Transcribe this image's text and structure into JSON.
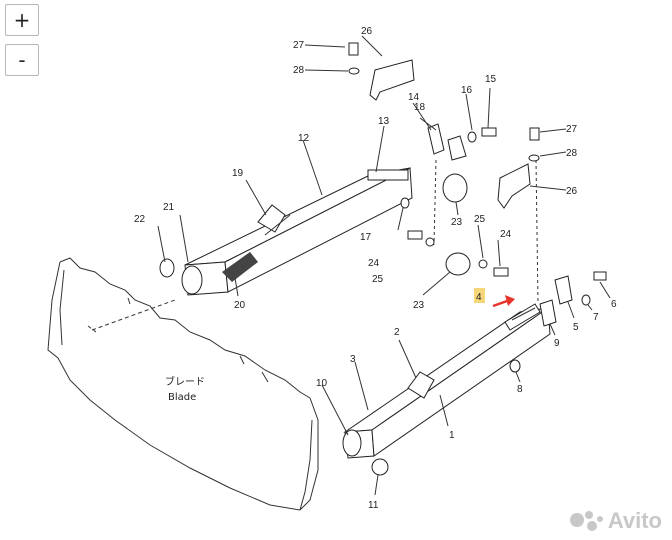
{
  "controls": {
    "zoom_in_label": "+",
    "zoom_out_label": "-"
  },
  "blade": {
    "jp": "ブレード",
    "en": "Blade"
  },
  "callouts": {
    "c1": "1",
    "c2": "2",
    "c3": "3",
    "c4": "4",
    "c5": "5",
    "c6": "6",
    "c7": "7",
    "c8": "8",
    "c9": "9",
    "c10": "10",
    "c11": "11",
    "c12": "12",
    "c13": "13",
    "c14": "14",
    "c15": "15",
    "c16": "16",
    "c17": "17",
    "c18": "18",
    "c19": "19",
    "c20": "20",
    "c21": "21",
    "c22": "22",
    "c23a": "23",
    "c23b": "23",
    "c24a": "24",
    "c24b": "24",
    "c25a": "25",
    "c25b": "25",
    "c26a": "26",
    "c26b": "26",
    "c27a": "27",
    "c27b": "27",
    "c28a": "28",
    "c28b": "28"
  },
  "highlight": {
    "part": "4",
    "color": "#f5d77a",
    "arrow_color": "#e8332a"
  },
  "watermark": {
    "brand": "Avito",
    "color": "#c8c8c8"
  }
}
